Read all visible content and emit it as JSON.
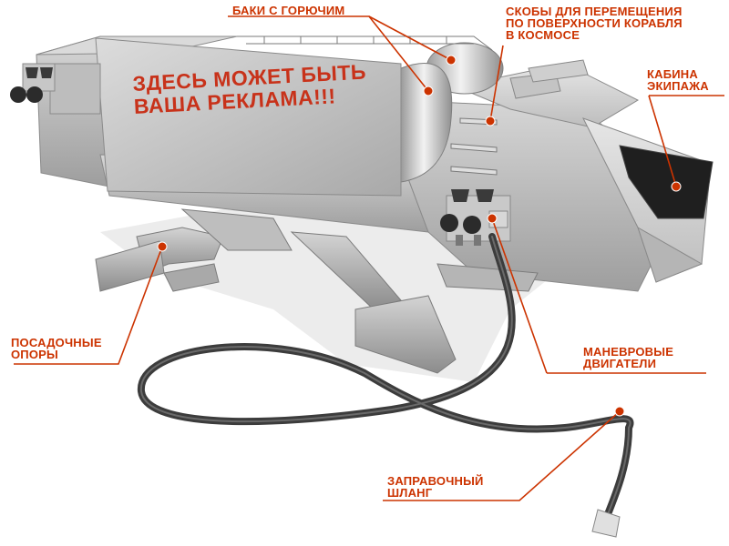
{
  "labels": {
    "fuel_tanks": "БАКИ С ГОРЮЧИМ",
    "hull_brackets": "СКОБЫ ДЛЯ ПЕРЕМЕЩЕНИЯ\nПО ПОВЕРХНОСТИ КОРАБЛЯ\nВ КОСМОСЕ",
    "crew_cabin": "КАБИНА\nЭКИПАЖА",
    "landing_legs": "ПОСАДОЧНЫЕ\nОПОРЫ",
    "maneuver_engines": "МАНЕВРОВЫЕ\nДВИГАТЕЛИ",
    "refuel_hose": "ЗАПРАВОЧНЫЙ\nШЛАНГ"
  },
  "billboard": {
    "text": "ЗДЕСЬ МОЖЕТ БЫТЬ\nВАША РЕКЛАМА!!!"
  },
  "colors": {
    "label": "#cc3300",
    "leader_line": "#cc3300",
    "hull": "#c9c9c9",
    "shadow": "#e8e8e8",
    "cabin_window": "#1f1f1f",
    "hose": "#3c3c3c"
  }
}
